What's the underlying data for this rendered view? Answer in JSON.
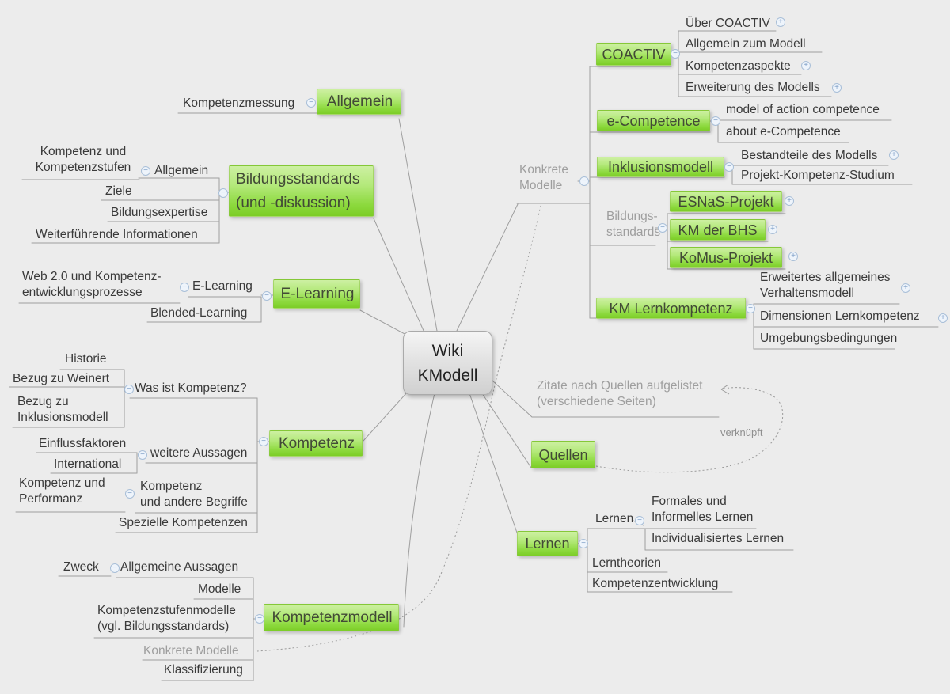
{
  "meta": {
    "app_type": "mind-map"
  },
  "colors": {
    "background": "#ececec",
    "topic_green_top": "#cdf0a2",
    "topic_green_bottom": "#7ccd27",
    "central_top": "#f5f5f5",
    "central_bottom": "#d0d0d0",
    "line": "#919191",
    "text": "#3a3a3a",
    "gray_text": "#9e9e9e"
  },
  "icons": {
    "expand": "+",
    "collapse": "−"
  },
  "central": {
    "label": "Wiki\nKModell"
  },
  "relationship": {
    "label": "verknüpft"
  },
  "topics": {
    "allgemein": {
      "label": "Allgemein"
    },
    "kompetenzmessung": {
      "label": "Kompetenzmessung"
    },
    "bildungsstandards": {
      "label": "Bildungsstandards\n(und -diskussion)"
    },
    "bs_allgemein": {
      "label": "Allgemein"
    },
    "bs_kompetenzstufen": {
      "label": "Kompetenz und\nKompetenzstufen"
    },
    "bs_ziele": {
      "label": "Ziele"
    },
    "bs_bildungsexpertise": {
      "label": "Bildungsexpertise"
    },
    "bs_weiterfuehrende": {
      "label": "Weiterführende Informationen"
    },
    "elearning": {
      "label": "E-Learning"
    },
    "el_elearning": {
      "label": "E-Learning"
    },
    "el_web20": {
      "label": "Web 2.0 und Kompetenz-\nentwicklungsprozesse"
    },
    "el_blended": {
      "label": "Blended-Learning"
    },
    "kompetenz": {
      "label": "Kompetenz"
    },
    "k_wasist": {
      "label": "Was ist Kompetenz?"
    },
    "k_historie": {
      "label": "Historie"
    },
    "k_weinert": {
      "label": "Bezug zu Weinert"
    },
    "k_inklusion": {
      "label": "Bezug zu\nInklusionsmodell"
    },
    "k_weitere": {
      "label": "weitere Aussagen"
    },
    "k_einfluss": {
      "label": "Einflussfaktoren"
    },
    "k_international": {
      "label": "International"
    },
    "k_begriffe": {
      "label": "Kompetenz\nund andere Begriffe"
    },
    "k_performanz": {
      "label": "Kompetenz und\nPerformanz"
    },
    "k_spezielle": {
      "label": "Spezielle Kompetenzen"
    },
    "kompetenzmodell": {
      "label": "Kompetenzmodell"
    },
    "km_allgemeine": {
      "label": "Allgemeine Aussagen"
    },
    "km_zweck": {
      "label": "Zweck"
    },
    "km_modelle": {
      "label": "Modelle"
    },
    "km_stufen": {
      "label": "Kompetenzstufenmodelle\n(vgl. Bildungsstandards)"
    },
    "km_konkrete": {
      "label": "Konkrete Modelle"
    },
    "km_klassifizierung": {
      "label": "Klassifizierung"
    },
    "konkrete": {
      "label": "Konkrete\nModelle"
    },
    "coactiv": {
      "label": "COACTIV"
    },
    "c_ueber": {
      "label": "Über COACTIV"
    },
    "c_allgemein": {
      "label": "Allgemein zum Modell"
    },
    "c_aspekte": {
      "label": "Kompetenzaspekte"
    },
    "c_erweiterung": {
      "label": "Erweiterung des Modells"
    },
    "ecompetence": {
      "label": "e-Competence"
    },
    "ec_model": {
      "label": "model of action competence"
    },
    "ec_about": {
      "label": "about e-Competence"
    },
    "inklusionsmodell": {
      "label": "Inklusionsmodell"
    },
    "im_bestandteile": {
      "label": "Bestandteile des Modells"
    },
    "im_projekt": {
      "label": "Projekt-Kompetenz-Studium"
    },
    "bildungsstandards2": {
      "label": "Bildungs-\nstandards"
    },
    "esnas": {
      "label": "ESNaS-Projekt"
    },
    "kmbhs": {
      "label": "KM der BHS"
    },
    "komus": {
      "label": "KoMus-Projekt"
    },
    "kmlern": {
      "label": "KM Lernkompetenz"
    },
    "kl_erweitertes": {
      "label": "Erweitertes allgemeines\nVerhaltensmodell"
    },
    "kl_dimensionen": {
      "label": "Dimensionen Lernkompetenz"
    },
    "kl_umgebung": {
      "label": "Umgebungsbedingungen"
    },
    "quellen": {
      "label": "Quellen"
    },
    "zitate": {
      "label": "Zitate nach Quellen aufgelistet\n(verschiedene Seiten)"
    },
    "lernen": {
      "label": "Lernen"
    },
    "l_lernen": {
      "label": "Lernen"
    },
    "l_formales": {
      "label": "Formales und\nInformelles Lernen"
    },
    "l_individual": {
      "label": "Individualisiertes Lernen"
    },
    "l_theorien": {
      "label": "Lerntheorien"
    },
    "l_kompetenzentwicklung": {
      "label": "Kompetenzentwicklung"
    }
  }
}
